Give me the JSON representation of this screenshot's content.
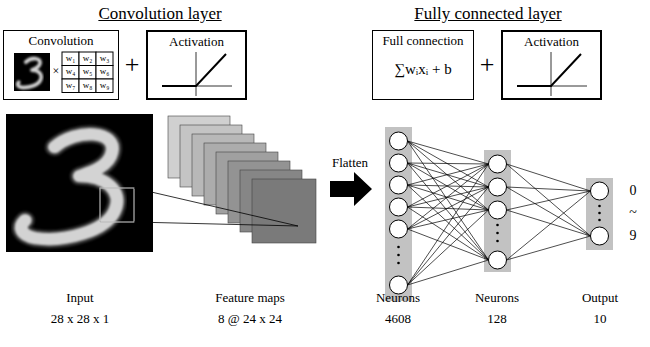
{
  "diagram": {
    "nodes": [
      {
        "text": [
          "Convolution"
        ]
      },
      {
        "text": [
          "Activation"
        ]
      },
      {
        "text": [
          "Full connection",
          "∑wᵢxᵢ + b"
        ]
      },
      {
        "text": [
          "Activation"
        ]
      }
    ],
    "labels": [
      "Convolution layer",
      "Fully connected layer",
      "×",
      "w₁",
      "w₂",
      "w₃",
      "w₄",
      "w₅",
      "w₆",
      "w₇",
      "w₈",
      "w₉",
      "+",
      "+",
      "Flatten",
      "0",
      "~",
      "9",
      "Input",
      "28 x 28 x 1",
      "Feature maps",
      "8 @ 24 x 24",
      "Neurons",
      "4608",
      "Neurons",
      "128",
      "Output",
      "10"
    ]
  }
}
